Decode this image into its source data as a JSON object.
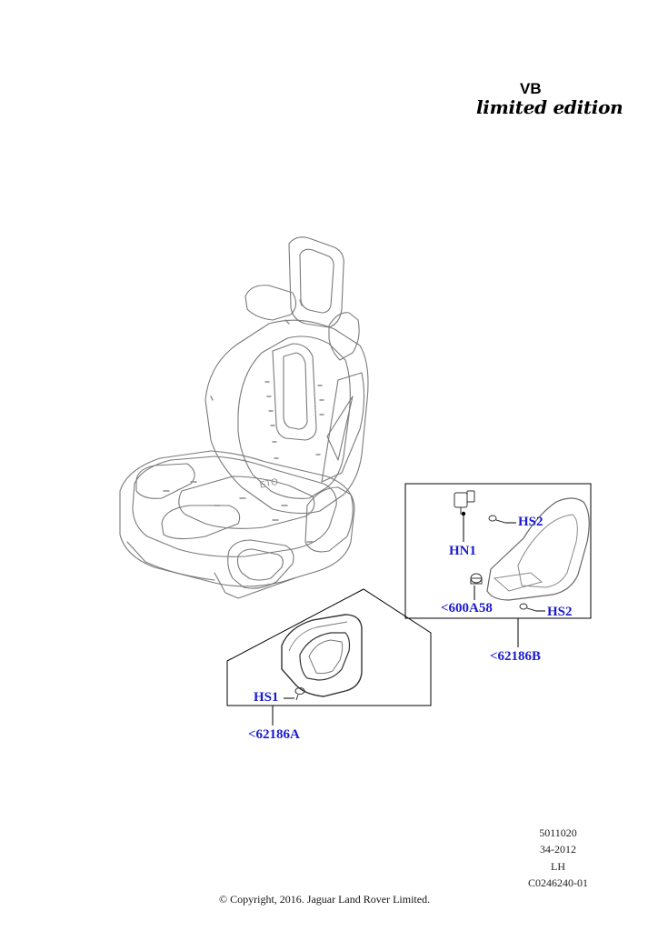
{
  "variant": {
    "code": "VB",
    "edition": "limited edition"
  },
  "callouts": {
    "hs2_top": "HS2",
    "hn1": "HN1",
    "part_600a58": "<600A58",
    "hs2_bottom": "HS2",
    "part_62186b": "<62186B",
    "hs1": "HS1",
    "part_62186a": "<62186A"
  },
  "drawing_info": {
    "number": "5011020",
    "date": "34-2012",
    "side": "LH",
    "illustration_id": "C0246240-01"
  },
  "copyright": "© Copyright, 2016. Jaguar Land Rover Limited.",
  "colors": {
    "callout_text": "#1a1ad0",
    "line_art": "#555555",
    "frame": "#000000"
  }
}
